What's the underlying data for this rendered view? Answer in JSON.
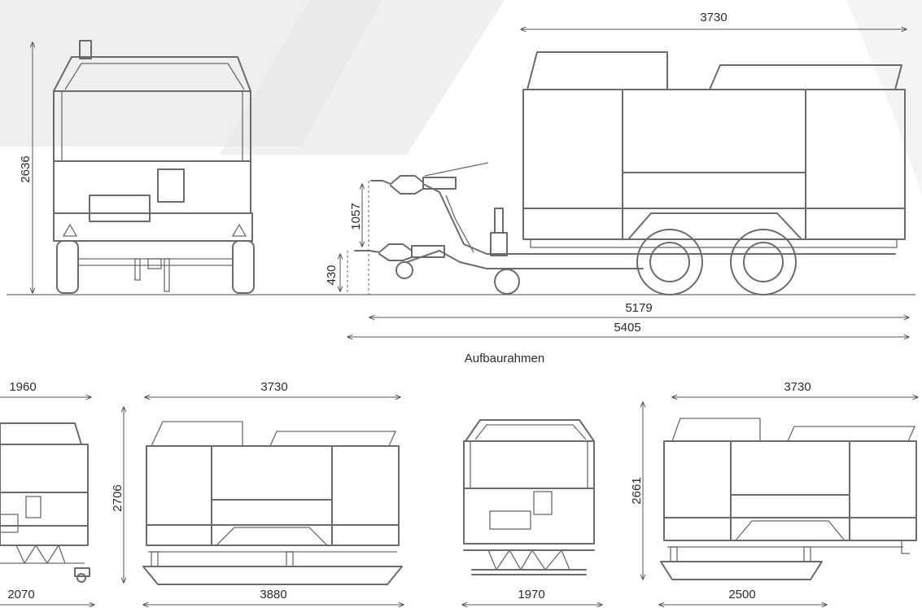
{
  "dimensions": {
    "front_height": "2636",
    "top_length": "3730",
    "hitch_upper": "1057",
    "hitch_lower": "430",
    "overall_5179": "5179",
    "overall_5405": "5405",
    "section_label": "Aufbaurahmen",
    "b1_width_top": "1960",
    "b1_width_bottom": "2070",
    "b2_length_top": "3730",
    "b2_height": "2706",
    "b2_length_bottom": "3880",
    "b3_width_bottom": "1970",
    "b4_length_top": "3730",
    "b4_height": "2661",
    "b4_length_bottom": "2500"
  },
  "colors": {
    "line": "#6b6b6b",
    "text": "#2b2b2b",
    "background_shape": "#efefef"
  }
}
